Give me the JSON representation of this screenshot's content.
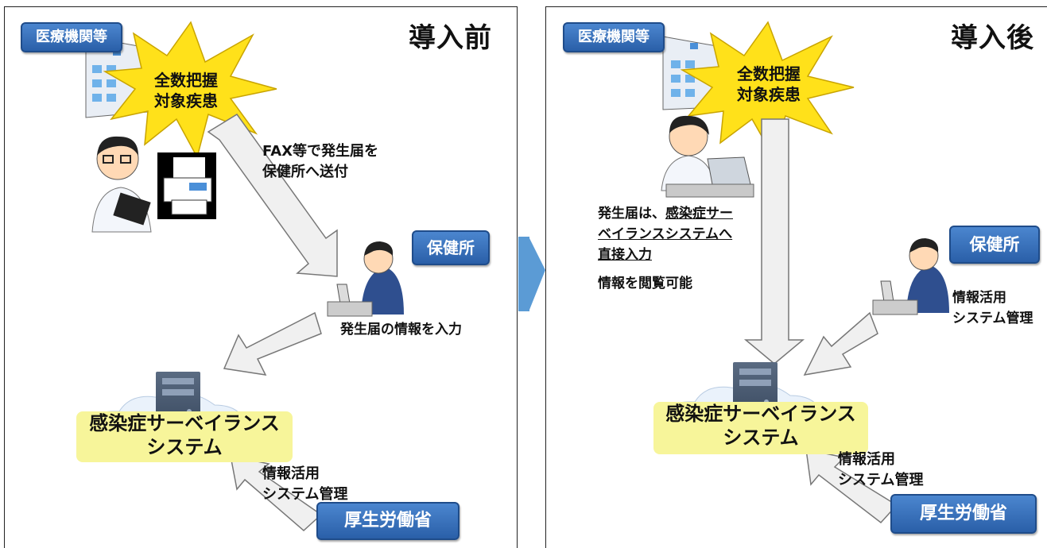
{
  "before": {
    "title": "導入前",
    "medical_tag": "医療機関等",
    "burst_line1": "全数把握",
    "burst_line2": "対象疾患",
    "fax_line1": "FAX等で発生届を",
    "fax_line2": "保健所へ送付",
    "health_center_tag": "保健所",
    "input_text": "発生届の情報を入力",
    "system_line1": "感染症サーベイランス",
    "system_line2": "システム",
    "mhlw_text_line1": "情報活用",
    "mhlw_text_line2": "システム管理",
    "mhlw_tag": "厚生労働省"
  },
  "after": {
    "title": "導入後",
    "medical_tag": "医療機関等",
    "burst_line1": "全数把握",
    "burst_line2": "対象疾患",
    "direct_line1_a": "発生届は、",
    "direct_line1_b": "感染症サー",
    "direct_line2": "ベイランスシステムへ",
    "direct_line3": "直接入力",
    "view_text": "情報を閲覧可能",
    "health_center_tag": "保健所",
    "hc_text_line1": "情報活用",
    "hc_text_line2": "システム管理",
    "system_line1": "感染症サーベイランス",
    "system_line2": "システム",
    "mhlw_text_line1": "情報活用",
    "mhlw_text_line2": "システム管理",
    "mhlw_tag": "厚生労働省"
  },
  "colors": {
    "tag_blue": "#2f6bb8",
    "burst_yellow": "#ffe11a",
    "system_yellow": "#f7f59a",
    "arrow_fill": "#f0f0f0",
    "transition_arrow": "#5b9bd5"
  },
  "icons": [
    "hospital-icon",
    "doctor-icon",
    "fax-icon",
    "health-worker-icon",
    "nurse-icon",
    "server-icon",
    "cloud-icon"
  ]
}
